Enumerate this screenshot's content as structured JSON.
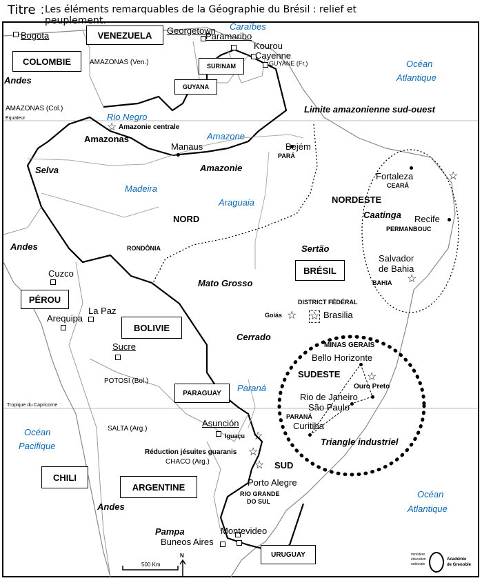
{
  "title": {
    "label": "Titre",
    "colon": ":",
    "text": "Les éléments remarquables de la Géographie du Brésil : relief et peuplement."
  },
  "countries": {
    "venezuela": "VENEZUELA",
    "colombie": "COLOMBIE",
    "perou": "PÉROU",
    "bolivie": "BOLIVIE",
    "chili": "CHILI",
    "argentine": "ARGENTINE",
    "paraguay": "PARAGUAY",
    "uruguay": "URUGUAY",
    "bresil": "BRÉSIL",
    "surinam": "SURINAM",
    "guyana": "GUYANA"
  },
  "cities": {
    "bogota": "Bogota",
    "georgetown": "Georgetown",
    "paramaribo": "Paramaribo",
    "kourou": "Kourou",
    "cayenne": "Cayenne",
    "manaus": "Manaus",
    "belem": "Bejém",
    "fortaleza": "Fortaleza",
    "recife": "Recife",
    "salvador": "Salvador",
    "salvador2": "de Bahia",
    "brasilia": "Brasilia",
    "bello_horizonte": "Bello Horizonte",
    "ouro_preto": "Ouro Preto",
    "rio": "Rio de Janeiro",
    "sao_paulo": "São Paulo",
    "curitiba": "Curitiba",
    "porto_alegre": "Porto Alegre",
    "montevideo": "Montevideo",
    "buenos_aires": "Buneos Aires",
    "asuncion": "Asunción",
    "cuzco": "Cuzco",
    "arequipa": "Arequipa",
    "la_paz": "La Paz",
    "sucre": "Sucre",
    "iguacu": "Iguaçu"
  },
  "regions": {
    "amazonas_ven": "AMAZONAS (Ven.)",
    "amazonas_col": "AMAZONAS (Col.)",
    "guyane": "GUYANE (Fr.)",
    "amazonas": "Amazonas",
    "amazonie": "Amazonie",
    "para": "PARÁ",
    "ceara": "CEARÁ",
    "pernambouc": "PERMANBOUC",
    "bahia": "BAHIA",
    "rondonia": "RONDÔNIA",
    "district": "DISTRICT FÉDÉRAL",
    "goias": "Goiás",
    "minas": "MINAS GERAIS",
    "parana_state": "PARANÁ",
    "rio_grande1": "RIO GRANDE",
    "rio_grande2": "DO SUL",
    "potosi": "POTOSÍ (Bol.)",
    "salta": "SALTA (Arg.)",
    "chaco": "CHACO (Arg.)",
    "nord": "NORD",
    "nordeste": "NORDESTE",
    "sudeste": "SUDESTE",
    "sud": "SUD",
    "mato_grosso": "Mato Grosso",
    "cerrado": "Cerrado",
    "sertao": "Sertão",
    "caatinga": "Caatinga",
    "selva": "Selva",
    "pampa": "Pampa",
    "andes": "Andes",
    "amazonie_centrale": "Amazonie centrale",
    "reduction": "Réduction jésuites guaranis",
    "triangle": "Triangle industriel",
    "limite": "Limite amazonienne sud-ouest"
  },
  "water": {
    "caraibes": "Caraïbes",
    "atlantique1": "Océan",
    "atlantique2": "Atlantique",
    "pacifique1": "Océan",
    "pacifique2": "Pacifique",
    "rio_negro": "Rio Negro",
    "amazone": "Amazone",
    "madeira": "Madeira",
    "araguaia": "Araguaia",
    "parana": "Paraná"
  },
  "lines": {
    "equateur": "Equateur",
    "tropique": "Tropique du Capricorne"
  },
  "scale": {
    "label": "500 Km",
    "north": "N"
  },
  "logo": {
    "line1": "ministère",
    "line2": "éducation",
    "line3": "nationale",
    "org1": "Académie",
    "org2": "de Grenoble"
  }
}
